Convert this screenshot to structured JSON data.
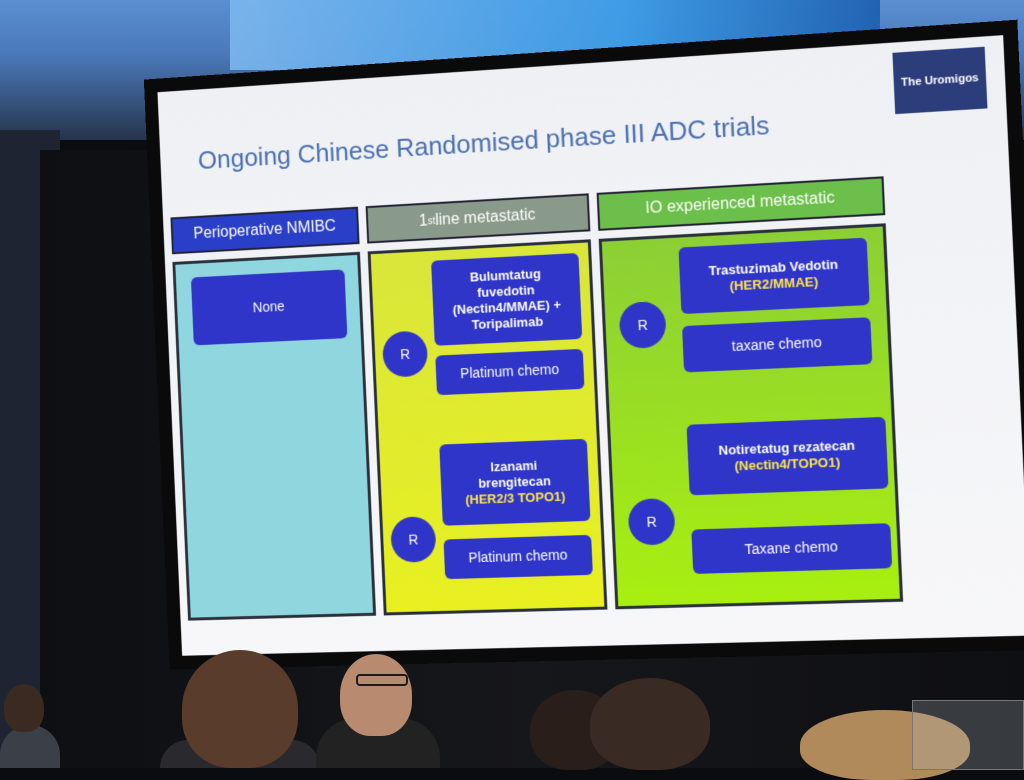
{
  "slide": {
    "title": "Ongoing Chinese Randomised phase III ADC trials",
    "logo_text": "The Uromigos",
    "columns": [
      {
        "header": "Perioperative NMIBC",
        "items": [
          "None"
        ]
      },
      {
        "header": "1st line metastatic",
        "header_parts": {
          "num": "1",
          "sup": "st",
          "rest": " line metastatic"
        },
        "arms": [
          {
            "randomize_label": "R",
            "experimental": [
              "Bulumtatug",
              "fuvedotin",
              "(Nectin4/MMAE) +",
              "Toripalimab"
            ],
            "control": "Platinum chemo"
          },
          {
            "randomize_label": "R",
            "experimental": [
              "Izanami",
              "brengitecan",
              "(HER2/3 TOPO1)"
            ],
            "control": "Platinum chemo"
          }
        ]
      },
      {
        "header": "IO experienced metastatic",
        "arms": [
          {
            "randomize_label": "R",
            "experimental": [
              "Trastuzimab Vedotin",
              "(HER2/MMAE)"
            ],
            "control": "taxane chemo"
          },
          {
            "randomize_label": "R",
            "experimental": [
              "Notiretatug rezatecan",
              "(Nectin4/TOPO1)"
            ],
            "control": "Taxane chemo"
          }
        ]
      }
    ]
  },
  "colors": {
    "title": "#4a6fb2",
    "box_blue": "#2f35c9",
    "highlight_yellow": "#ffe64a",
    "col1_bg": "#8fd6de",
    "col2_bg": "#e8f020",
    "col3_bg": "#a8ef10"
  }
}
